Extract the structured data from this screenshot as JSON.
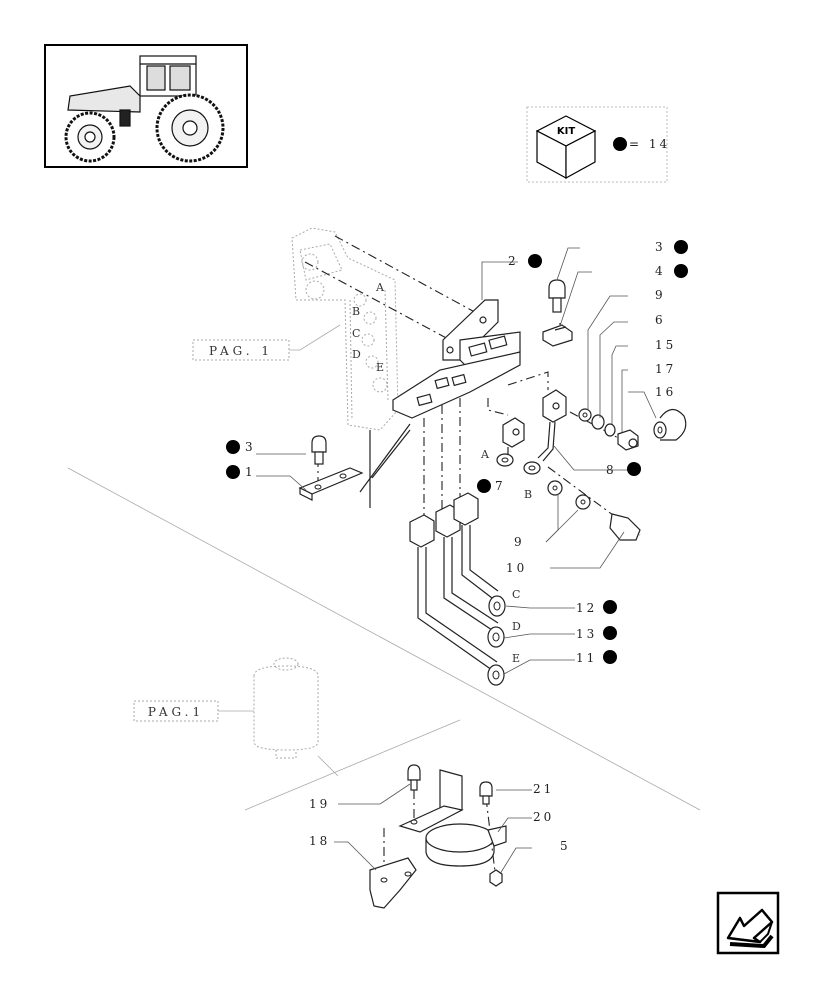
{
  "kit": {
    "badge": "KIT",
    "count_text": "= 14"
  },
  "page_refs": {
    "upper": "PAG. 1",
    "lower": "PAG.1"
  },
  "valve_letters": [
    "A",
    "B",
    "C",
    "D",
    "E"
  ],
  "pipe_letters": {
    "a": "A",
    "b": "B",
    "c": "C",
    "d": "D",
    "e": "E"
  },
  "parts": {
    "p1": "1",
    "p2": "2",
    "p3a": "3",
    "p3b": "3",
    "p4": "4",
    "p5": "5",
    "p6": "6",
    "p7": "7",
    "p8": "8",
    "p9a": "9",
    "p9b": "9",
    "p10": "10",
    "p11": "11",
    "p12": "12",
    "p13": "13",
    "p15": "15",
    "p16": "16",
    "p17": "17",
    "p18": "18",
    "p19": "19",
    "p20": "20",
    "p21": "21"
  },
  "colors": {
    "ink": "#000000",
    "line": "#222222",
    "ghost": "#aaaaaa",
    "background": "#ffffff"
  },
  "icons": {
    "thumbnail": "tractor-thumbnail-icon",
    "kit": "kit-box-icon",
    "bullet": "kit-bullet-dot",
    "nav": "previous-page-arrow-icon"
  }
}
